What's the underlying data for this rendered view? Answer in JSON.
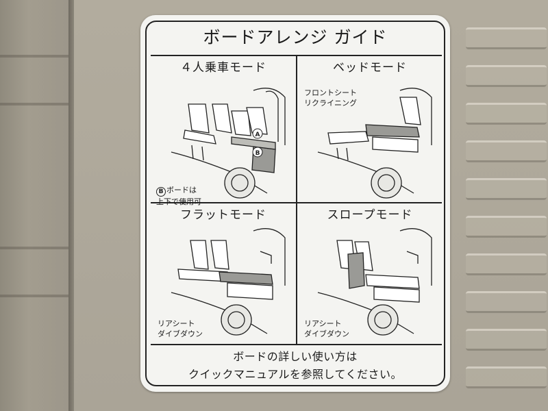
{
  "sticker": {
    "title": "ボードアレンジ ガイド",
    "panels": [
      {
        "id": "four-seat",
        "title": "４人乗車モード",
        "note_line1": "ボードは",
        "note_line2": "上下で使用可",
        "marker_a": "A",
        "marker_b": "B"
      },
      {
        "id": "bed",
        "title": "ベッドモード",
        "note_line1": "フロントシート",
        "note_line2": "リクライニング"
      },
      {
        "id": "flat",
        "title": "フラットモード",
        "note_line1": "リアシート",
        "note_line2": "ダイブダウン"
      },
      {
        "id": "slope",
        "title": "スロープモード",
        "note_line1": "リアシート",
        "note_line2": "ダイブダウン"
      }
    ],
    "footer_line1": "ボードの詳しい使い方は",
    "footer_line2": "クイックマニュアルを参照してください。"
  },
  "colors": {
    "sticker_bg": "#f4f4f1",
    "ink": "#222222",
    "board_fill": "#9a9a96",
    "panel_bg": "#a7a192"
  }
}
